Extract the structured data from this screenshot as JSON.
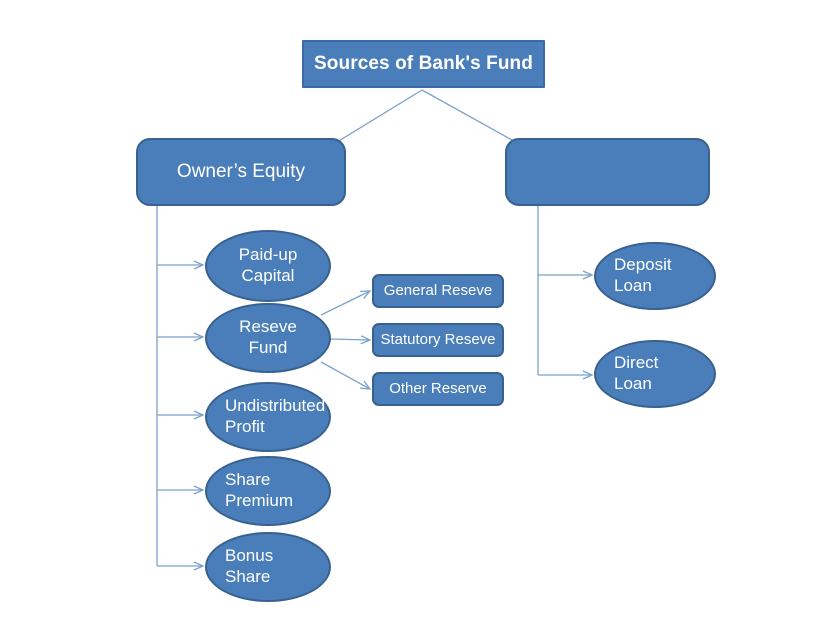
{
  "diagram": {
    "title_node": {
      "label": "Sources of Bank's Fund"
    },
    "branches": [
      {
        "id": "owners-equity",
        "label": "Owner’s Equity"
      },
      {
        "id": "unlabeled-branch",
        "label": ""
      }
    ],
    "equity_items": [
      {
        "id": "paid-up-capital",
        "label": "Paid-up\nCapital"
      },
      {
        "id": "reseve-fund",
        "label": "Reseve\nFund"
      },
      {
        "id": "undistributed-profit",
        "label": "Undistributed\nProfit"
      },
      {
        "id": "share-premium",
        "label": "Share\nPremium"
      },
      {
        "id": "bonus-share",
        "label": "Bonus\nShare"
      }
    ],
    "reserve_items": [
      {
        "id": "general-reseve",
        "label": "General Reseve"
      },
      {
        "id": "statutory-reseve",
        "label": "Statutory Reseve"
      },
      {
        "id": "other-reserve",
        "label": "Other Reserve"
      }
    ],
    "loan_items": [
      {
        "id": "deposit-loan",
        "label": "Deposit\nLoan"
      },
      {
        "id": "direct-loan",
        "label": "Direct\nLoan"
      }
    ],
    "colors": {
      "node_fill": "#4A7EBB",
      "node_border": "#37618E",
      "node_text": "#FFFFFF",
      "connector": "#7BA2CC",
      "background": "#FFFFFF"
    }
  }
}
